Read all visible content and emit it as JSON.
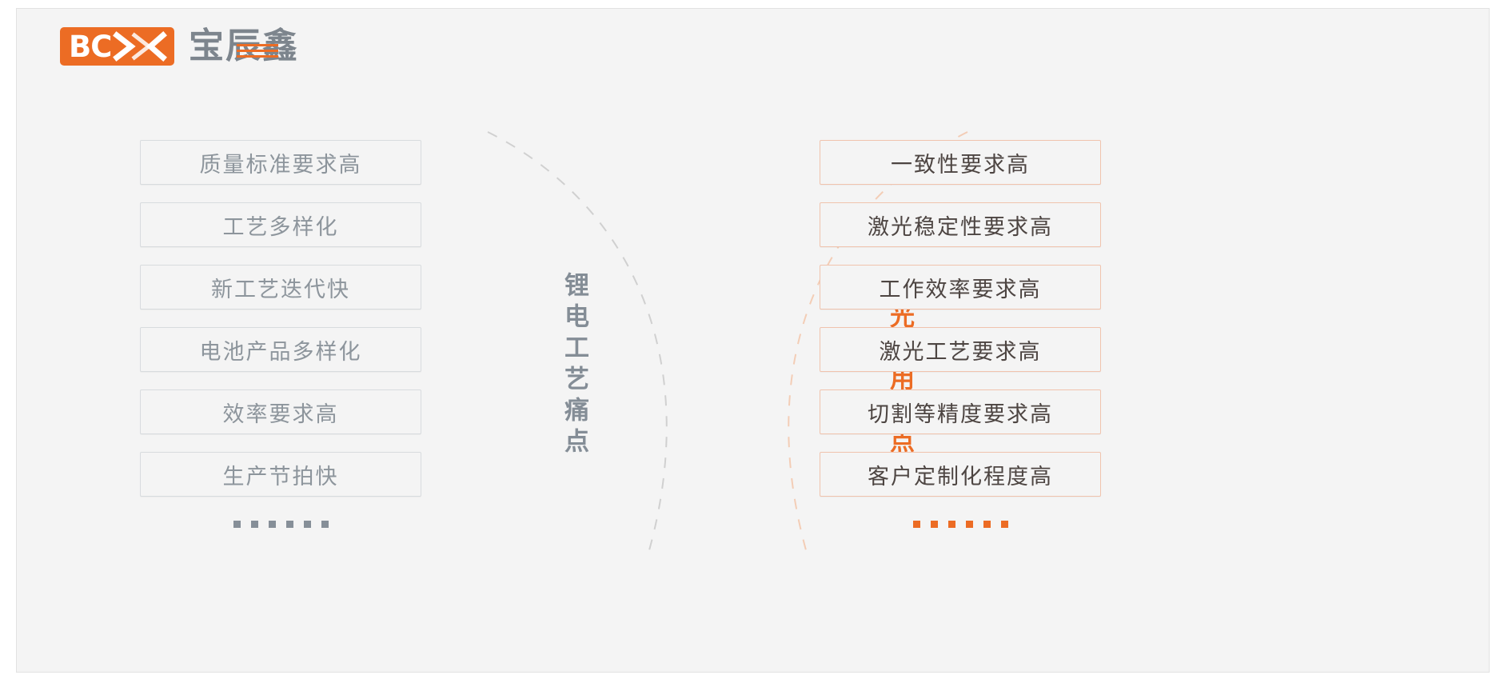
{
  "brand": {
    "mark_text": "BC",
    "mark_icon": "double-chevron-icon",
    "name_cn": "宝辰鑫",
    "accent_color": "#ec6c24",
    "gray_color": "#7d858d"
  },
  "left_panel": {
    "vertical_title": "锂电工艺痛点",
    "title_color": "#848d96",
    "border_color": "#d8dbde",
    "text_color": "#8d959c",
    "items": [
      "质量标准要求高",
      "工艺多样化",
      "新工艺迭代快",
      "电池产品多样化",
      "效率要求高",
      "生产节拍快"
    ],
    "ellipsis_dot_count": 6,
    "ellipsis_color": "#868f98"
  },
  "right_panel": {
    "vertical_title": "激光应用难点",
    "title_color": "#ec6c24",
    "border_color": "#f0c3ad",
    "text_color": "#4d4542",
    "items": [
      "一致性要求高",
      "激光稳定性要求高",
      "工作效率要求高",
      "激光工艺要求高",
      "切割等精度要求高",
      "客户定制化程度高"
    ],
    "ellipsis_dot_count": 6,
    "ellipsis_color": "#ec6c24"
  },
  "decor": {
    "left_arc": "dashed-arc-gray",
    "right_arc": "dashed-arc-orange",
    "left_arc_color": "#d0d0d0",
    "right_arc_color": "#f3cdb6",
    "background_color": "#f4f4f4"
  }
}
